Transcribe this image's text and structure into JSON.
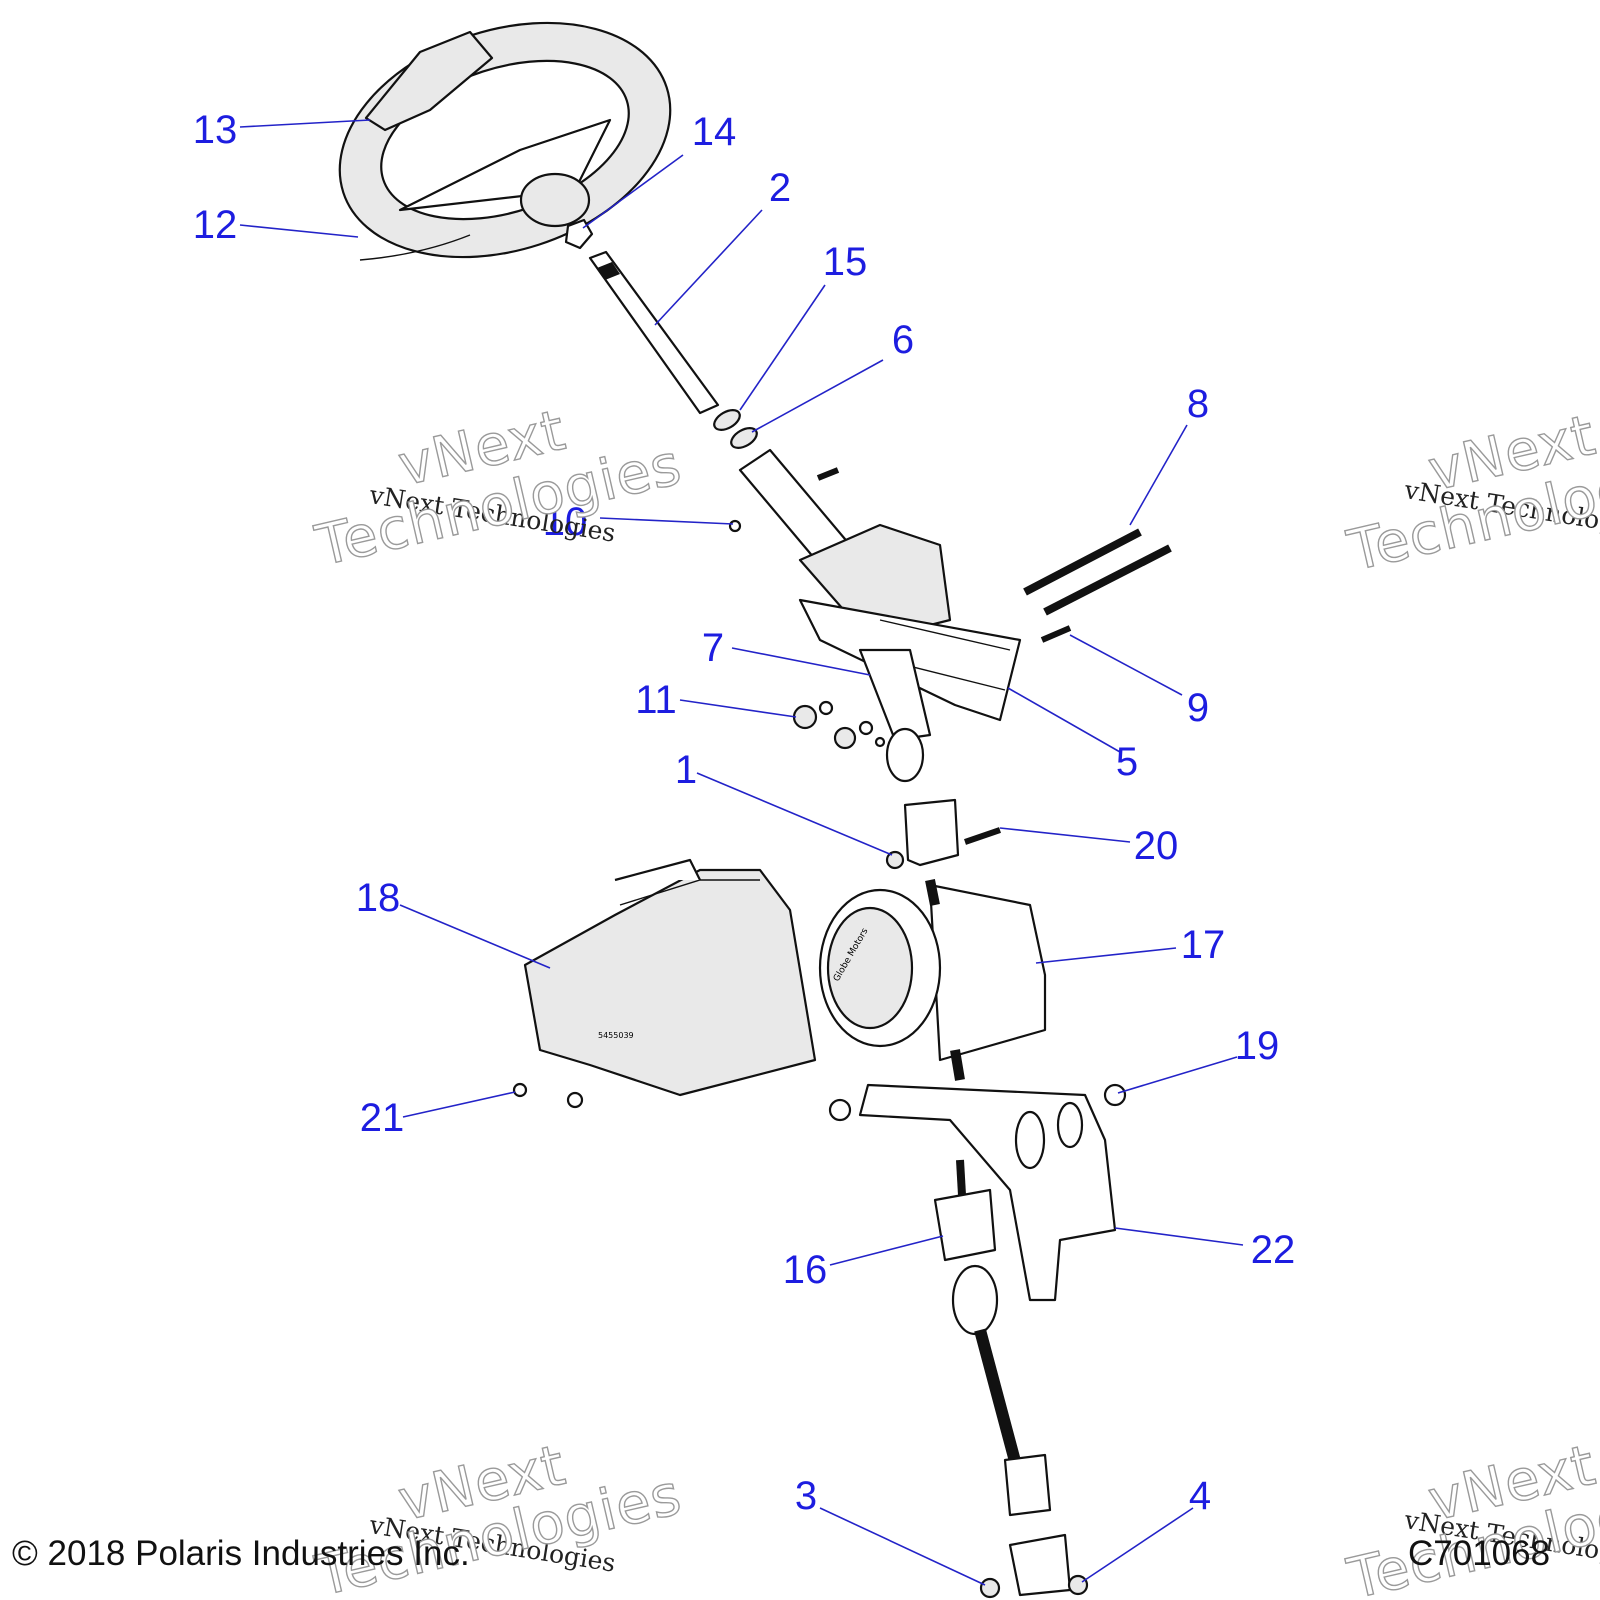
{
  "callouts": [
    {
      "num": "13"
    },
    {
      "num": "14"
    },
    {
      "num": "2"
    },
    {
      "num": "12"
    },
    {
      "num": "15"
    },
    {
      "num": "6"
    },
    {
      "num": "8"
    },
    {
      "num": "10"
    },
    {
      "num": "7"
    },
    {
      "num": "9"
    },
    {
      "num": "11"
    },
    {
      "num": "5"
    },
    {
      "num": "1"
    },
    {
      "num": "20"
    },
    {
      "num": "18"
    },
    {
      "num": "17"
    },
    {
      "num": "19"
    },
    {
      "num": "21"
    },
    {
      "num": "16"
    },
    {
      "num": "22"
    },
    {
      "num": "3"
    },
    {
      "num": "4"
    }
  ],
  "watermark": {
    "line_small": "vNext Technologies",
    "line_big_1": "vNext",
    "line_big_2": "Technologies"
  },
  "footer": {
    "copyright": "© 2018 Polaris Industries Inc.",
    "drawing_id": "C701068"
  },
  "labels": {
    "motor_label": "Globe Motors",
    "shroud_code": "5455039"
  },
  "colors": {
    "callout": "#1d1de0",
    "leader": "#2323c8",
    "line_art": "#111111"
  }
}
